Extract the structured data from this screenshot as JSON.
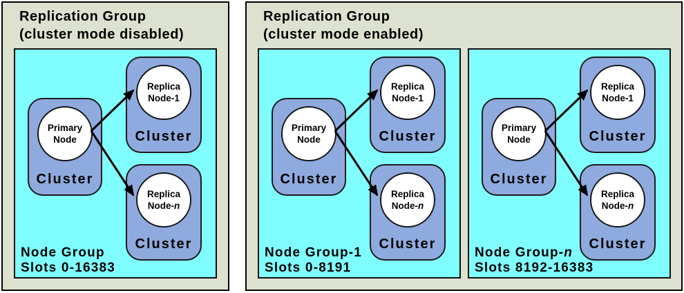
{
  "colors": {
    "panel_bg": "#dde2d0",
    "panel_border": "#000000",
    "ng_bg": "#80feff",
    "ng_border": "#101010",
    "cluster_bg": "#8faade",
    "cluster_border": "#1c1c1c",
    "circle_bg": "#ffffff",
    "circle_border": "#151515",
    "text": "#000000"
  },
  "panels": [
    {
      "title_line1": "Replication Group",
      "title_line2": "(cluster mode disabled)",
      "node_groups": [
        {
          "name": "Node Group",
          "name_italic": "",
          "slots": "Slots 0-16383",
          "primary": {
            "node_line1": "Primary",
            "node_line2": "Node",
            "node_line2_italic": "",
            "cluster_label": "Cluster"
          },
          "replica_top": {
            "node_line1": "Replica",
            "node_line2": "Node-1",
            "node_line2_italic": "",
            "cluster_label": "Cluster"
          },
          "replica_bottom": {
            "node_line1": "Replica",
            "node_line2": "Node-",
            "node_line2_italic": "n",
            "cluster_label": "Cluster"
          }
        }
      ]
    },
    {
      "title_line1": "Replication Group",
      "title_line2": "(cluster mode enabled)",
      "node_groups": [
        {
          "name": "Node Group-1",
          "name_italic": "",
          "slots": "Slots 0-8191",
          "primary": {
            "node_line1": "Primary",
            "node_line2": "Node",
            "node_line2_italic": "",
            "cluster_label": "Cluster"
          },
          "replica_top": {
            "node_line1": "Replica",
            "node_line2": "Node-1",
            "node_line2_italic": "",
            "cluster_label": "Cluster"
          },
          "replica_bottom": {
            "node_line1": "Replica",
            "node_line2": "Node-",
            "node_line2_italic": "n",
            "cluster_label": "Cluster"
          }
        },
        {
          "name": "Node Group-",
          "name_italic": "n",
          "slots": "Slots 8192-16383",
          "primary": {
            "node_line1": "Primary",
            "node_line2": "Node",
            "node_line2_italic": "",
            "cluster_label": "Cluster"
          },
          "replica_top": {
            "node_line1": "Replica",
            "node_line2": "Node-1",
            "node_line2_italic": "",
            "cluster_label": "Cluster"
          },
          "replica_bottom": {
            "node_line1": "Replica",
            "node_line2": "Node-",
            "node_line2_italic": "n",
            "cluster_label": "Cluster"
          }
        }
      ]
    }
  ]
}
